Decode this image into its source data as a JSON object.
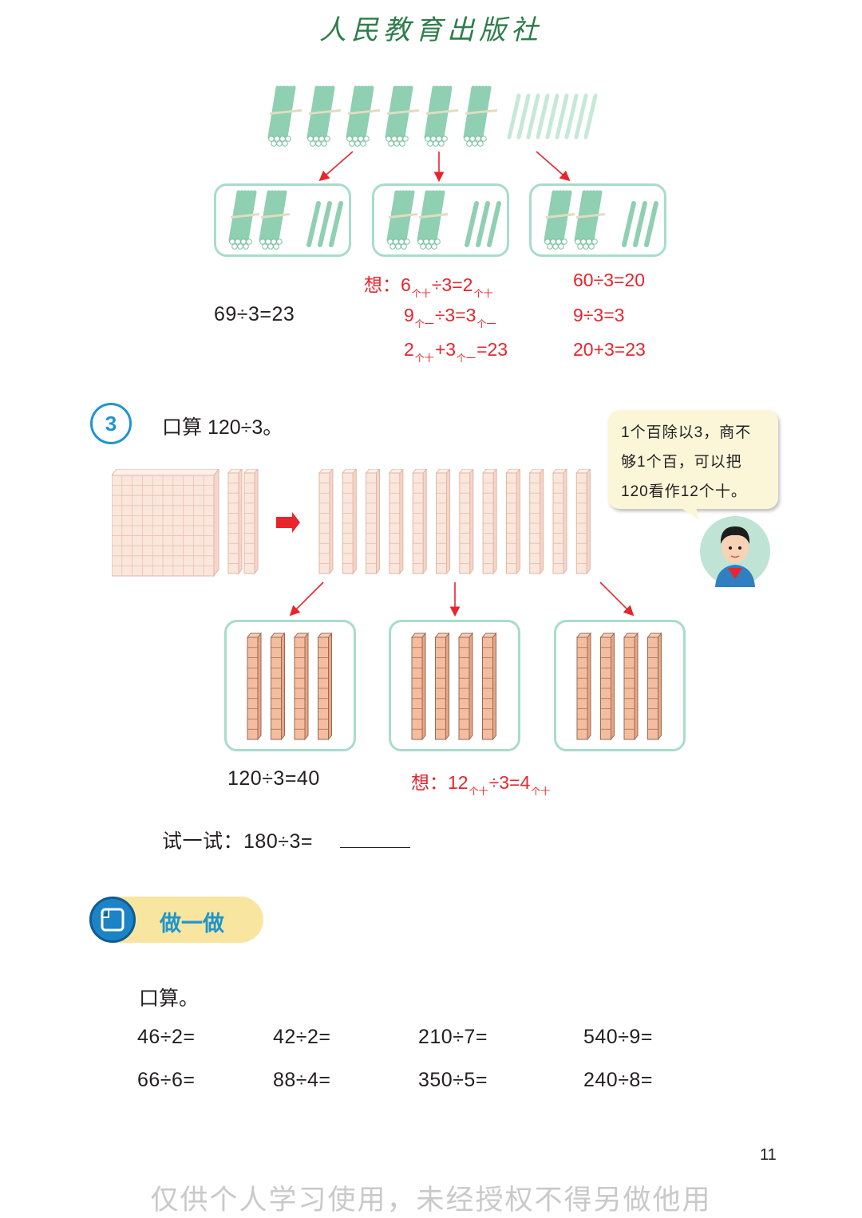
{
  "header": {
    "publisher": "人民教育出版社"
  },
  "example_top": {
    "main_equation": "69÷3=23",
    "think_label": "想：",
    "think_lines": [
      {
        "a": "6",
        "a_unit": "个十",
        "op": "÷3=",
        "b": "2",
        "b_unit": "个十"
      },
      {
        "a": "9",
        "a_unit": "个一",
        "op": "÷3=",
        "b": "3",
        "b_unit": "个一"
      },
      {
        "a": "2",
        "a_unit": "个十",
        "op": "+",
        "b": "3",
        "b_unit": "个一",
        "tail": "=23"
      }
    ],
    "right_lines": [
      "60÷3=20",
      "9÷3=3",
      "20+3=23"
    ]
  },
  "example3": {
    "number": "3",
    "title": "口算 120÷3。",
    "bubble_lines": [
      "1个百除以3，商不",
      "够1个百，可以把",
      "120看作12个十。"
    ],
    "main_equation": "120÷3=40",
    "think_label": "想：",
    "think": {
      "a": "12",
      "a_unit": "个十",
      "op": "÷3=",
      "b": "4",
      "b_unit": "个十"
    },
    "try_label": "试一试：",
    "try_equation": "180÷3="
  },
  "do_section": {
    "title": "做一做",
    "instruction": "口算。",
    "rows": [
      [
        "46÷2=",
        "42÷2=",
        "210÷7=",
        "540÷9="
      ],
      [
        "66÷6=",
        "88÷4=",
        "350÷5=",
        "240÷8="
      ]
    ]
  },
  "page_number": "11",
  "footer": "仅供个人学习使用，未经授权不得另做他用",
  "colors": {
    "accent_red": "#e8242c",
    "accent_blue": "#1f95cd",
    "box_border": "#a8dccc",
    "bar_yellow": "#f8e6a0"
  }
}
